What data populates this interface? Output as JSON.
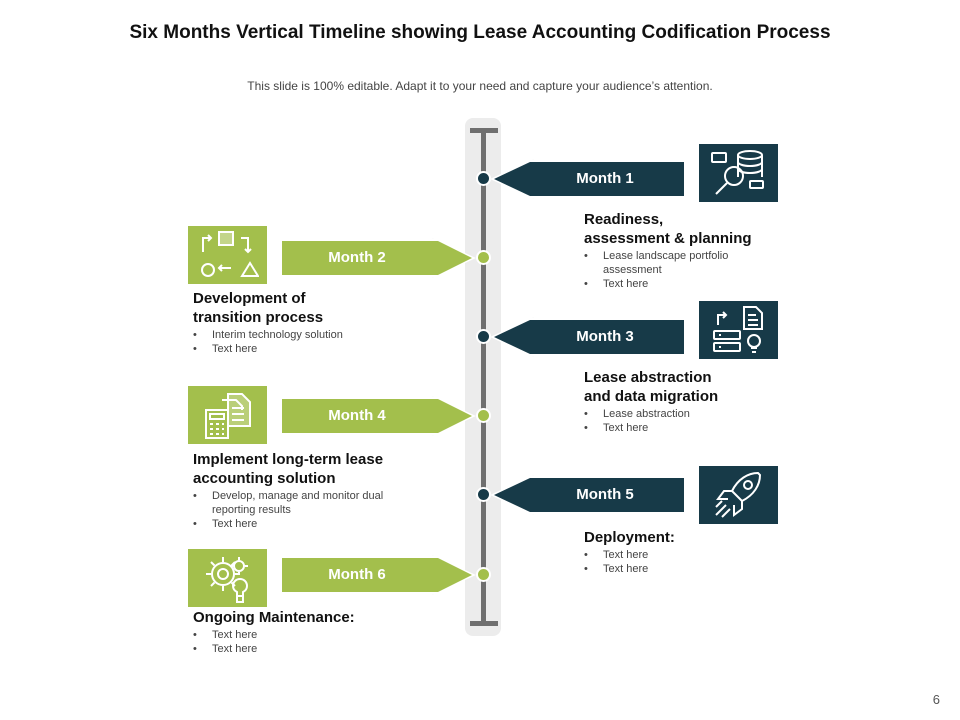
{
  "title": "Six Months Vertical Timeline showing Lease Accounting Codification Process",
  "subtitle": "This slide is 100% editable. Adapt it to your need and capture your audience’s attention.",
  "colors": {
    "dark": "#173a48",
    "green": "#a3bf4c",
    "rail": "#6f6f6f"
  },
  "milestones": [
    {
      "label": "Month 1",
      "heading_line1": "Readiness,",
      "heading_line2": "assessment & planning",
      "bullets": [
        "Lease landscape portfolio assessment",
        "Text here"
      ],
      "icon": "database-search-icon"
    },
    {
      "label": "Month 2",
      "heading_line1": "Development of",
      "heading_line2": "transition process",
      "bullets": [
        "Interim technology solution",
        "Text here"
      ],
      "icon": "process-flow-icon"
    },
    {
      "label": "Month 3",
      "heading_line1": "Lease abstraction",
      "heading_line2": "and data migration",
      "bullets": [
        "Lease abstraction",
        "Text here"
      ],
      "icon": "server-document-idea-icon"
    },
    {
      "label": "Month 4",
      "heading_line1": "Implement long-term lease",
      "heading_line2": "accounting solution",
      "bullets": [
        "Develop, manage and monitor dual reporting results",
        "Text here"
      ],
      "icon": "calculator-documents-icon"
    },
    {
      "label": "Month 5",
      "heading_line1": "Deployment:",
      "heading_line2": "",
      "bullets": [
        "Text here",
        "Text here"
      ],
      "icon": "rocket-icon"
    },
    {
      "label": "Month 6",
      "heading_line1": "Ongoing Maintenance:",
      "heading_line2": "",
      "bullets": [
        "Text here",
        "Text here"
      ],
      "icon": "gear-wrench-icon"
    }
  ],
  "page_number": "6"
}
